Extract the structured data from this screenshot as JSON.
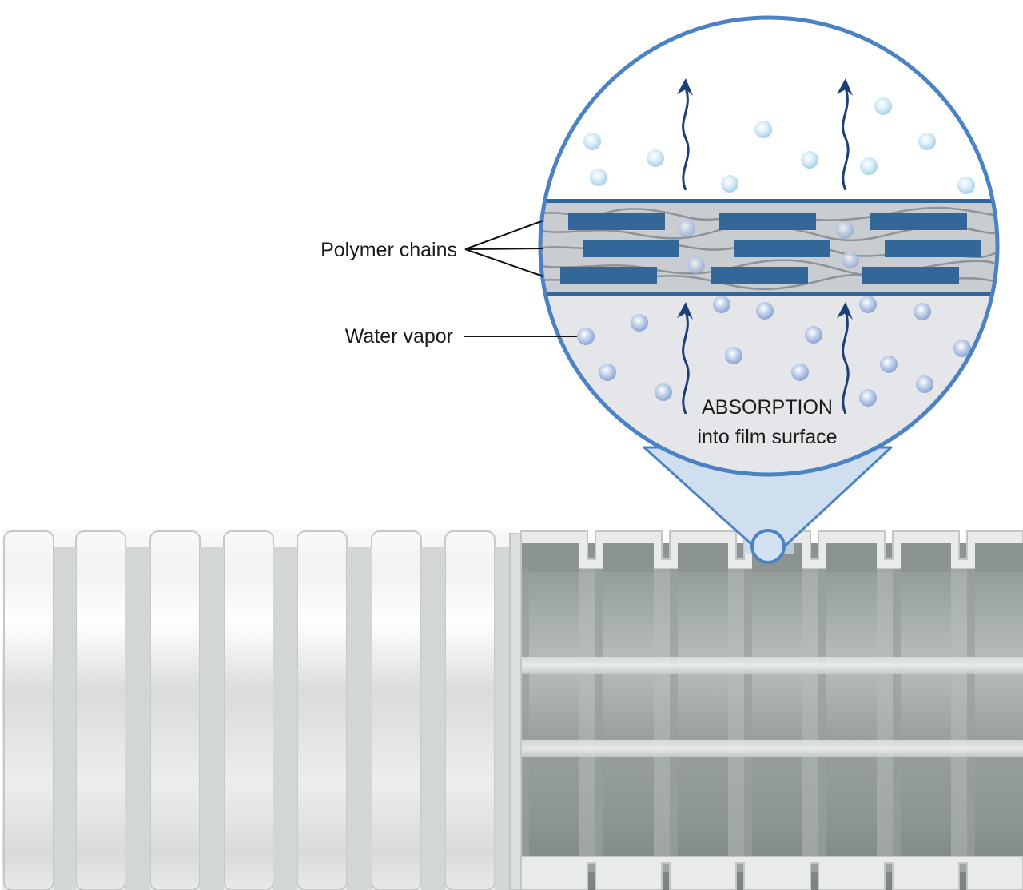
{
  "labels": {
    "polymer_chains": "Polymer chains",
    "water_vapor": "Water vapor",
    "absorption_line1": "ABSORPTION",
    "absorption_line2": "into film surface"
  },
  "colors": {
    "accent_blue": "#4a82c4",
    "chain_blue": "#336699",
    "arrow_navy": "#1c3f78",
    "film_gray": "#c9ccd0",
    "tube_white": "#f2f2f2",
    "tube_gray": "#7d8583",
    "lens_fill": "#ffffff",
    "lower_fill": "#e3e5e8"
  },
  "icons": {
    "up_arrow": "wavy-up-arrow-icon",
    "molecule": "water-molecule-icon"
  }
}
